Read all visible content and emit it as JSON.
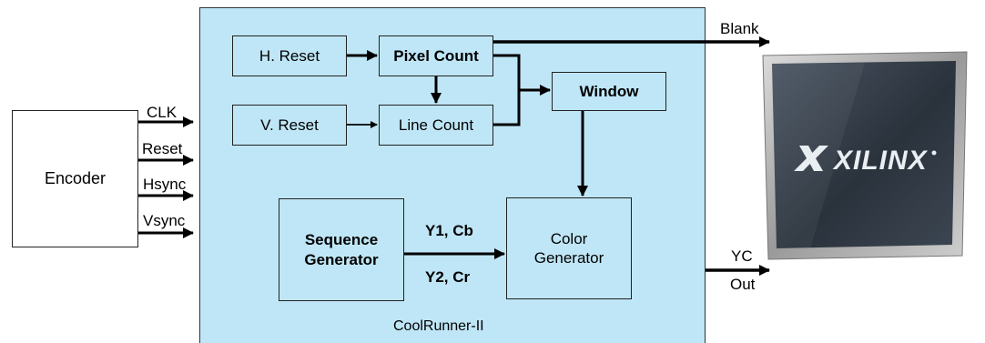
{
  "blocks": {
    "encoder": "Encoder",
    "h_reset": "H. Reset",
    "pixel_count": "Pixel Count",
    "v_reset": "V. Reset",
    "line_count": "Line Count",
    "window": "Window",
    "sequence_generator_line1": "Sequence",
    "sequence_generator_line2": "Generator",
    "color_generator_line1": "Color",
    "color_generator_line2": "Generator",
    "chip": "CoolRunner-II"
  },
  "signals": {
    "clk": "CLK",
    "reset": "Reset",
    "hsync": "Hsync",
    "vsync": "Vsync",
    "blank": "Blank",
    "y1_cb": "Y1, Cb",
    "y2_cr": "Y2, Cr",
    "yc_line1": "YC",
    "yc_line2": "Out"
  },
  "photo": {
    "logo_text": "XILINX",
    "logo_icon": "xilinx-logo-icon"
  }
}
